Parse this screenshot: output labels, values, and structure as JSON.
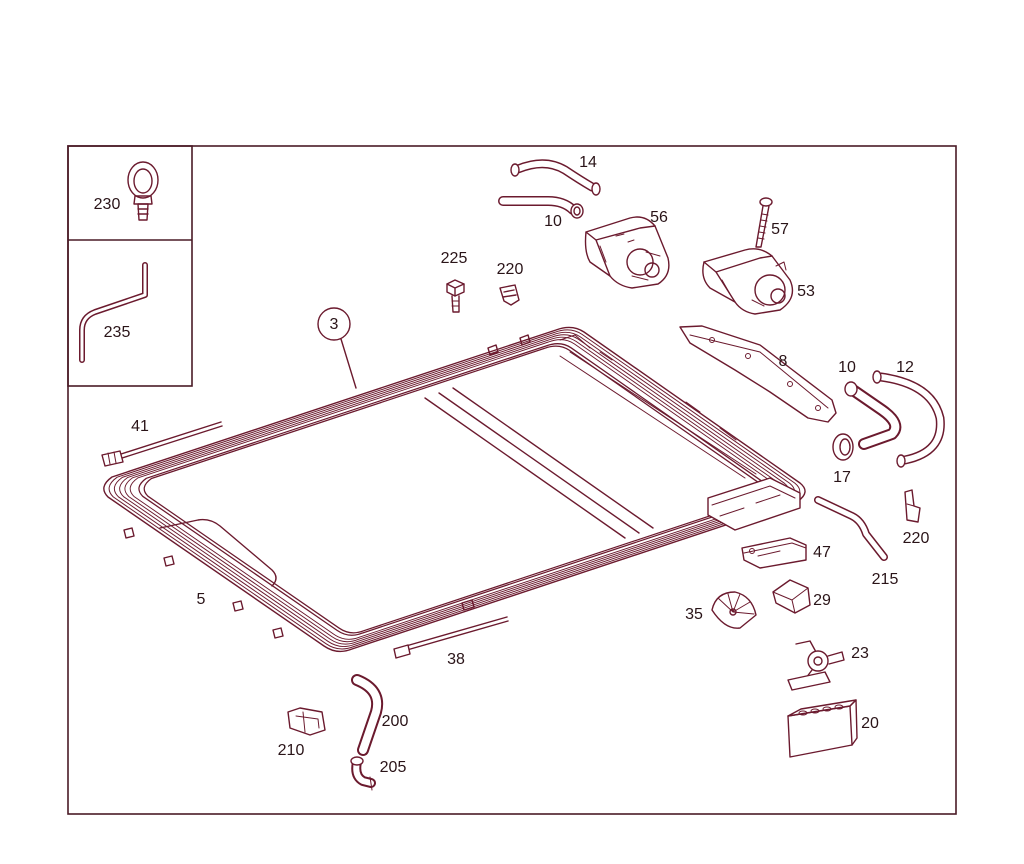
{
  "colors": {
    "line": "#6b1a2e",
    "text": "#2a1418",
    "background": "#ffffff"
  },
  "callouts": [
    {
      "label": "230"
    },
    {
      "label": "235"
    },
    {
      "label": "14"
    },
    {
      "label": "10"
    },
    {
      "label": "56"
    },
    {
      "label": "57"
    },
    {
      "label": "225"
    },
    {
      "label": "220"
    },
    {
      "label": "53"
    },
    {
      "label": "3"
    },
    {
      "label": "8"
    },
    {
      "label": "10"
    },
    {
      "label": "12"
    },
    {
      "label": "41"
    },
    {
      "label": "17"
    },
    {
      "label": "220"
    },
    {
      "label": "47"
    },
    {
      "label": "215"
    },
    {
      "label": "5"
    },
    {
      "label": "29"
    },
    {
      "label": "35"
    },
    {
      "label": "23"
    },
    {
      "label": "38"
    },
    {
      "label": "200"
    },
    {
      "label": "20"
    },
    {
      "label": "210"
    },
    {
      "label": "205"
    }
  ]
}
